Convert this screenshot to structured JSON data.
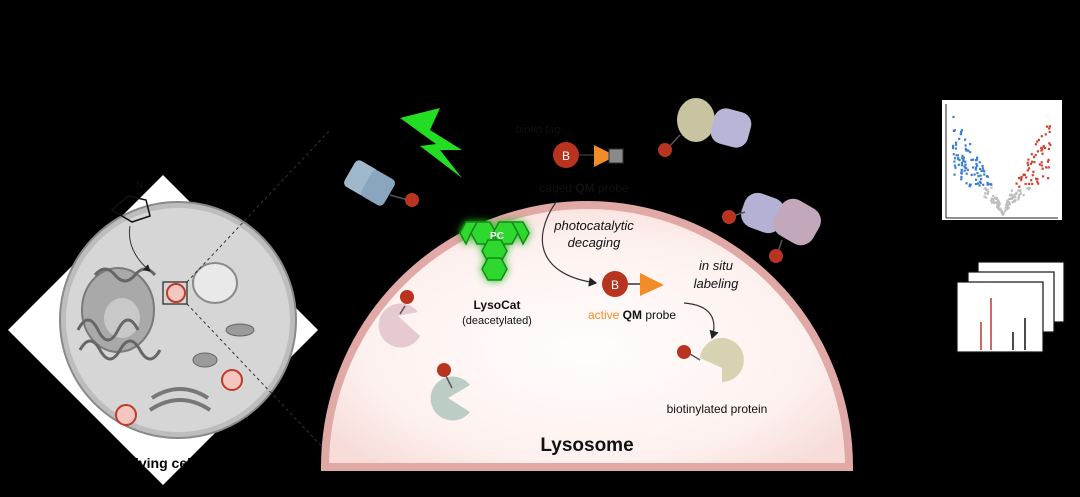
{
  "labels": {
    "cell": "living cell",
    "lysosome": "Lysosome",
    "biotin_tag": "biotin tag",
    "caged_prefix": "caged ",
    "qm": "QM",
    "probe_suffix": " probe",
    "photocatalytic": "photocatalytic",
    "decaging": "decaging",
    "in_situ": "in situ",
    "labeling": "labeling",
    "active_prefix": "active ",
    "lysocat": "LysoCat",
    "deacetylated": "(deacetylated)",
    "biotinylated_protein": "biotinylated  protein",
    "pc": "PC",
    "b": "B"
  },
  "colors": {
    "lysosome_fill": "#fdf0ee",
    "lysosome_stroke": "#d9a0a0",
    "biotin": "#b8341f",
    "probe_orange": "#f28c28",
    "pc_green": "#2ed82e",
    "lightning": "#22dd22",
    "volcano_blue": "#3b7fd0",
    "volcano_red": "#d0402f",
    "active_text": "#f28c28"
  },
  "icons": [
    "lightning-icon",
    "membrane-channel-icon",
    "ms-spectrum-icon",
    "volcano-plot-icon"
  ]
}
